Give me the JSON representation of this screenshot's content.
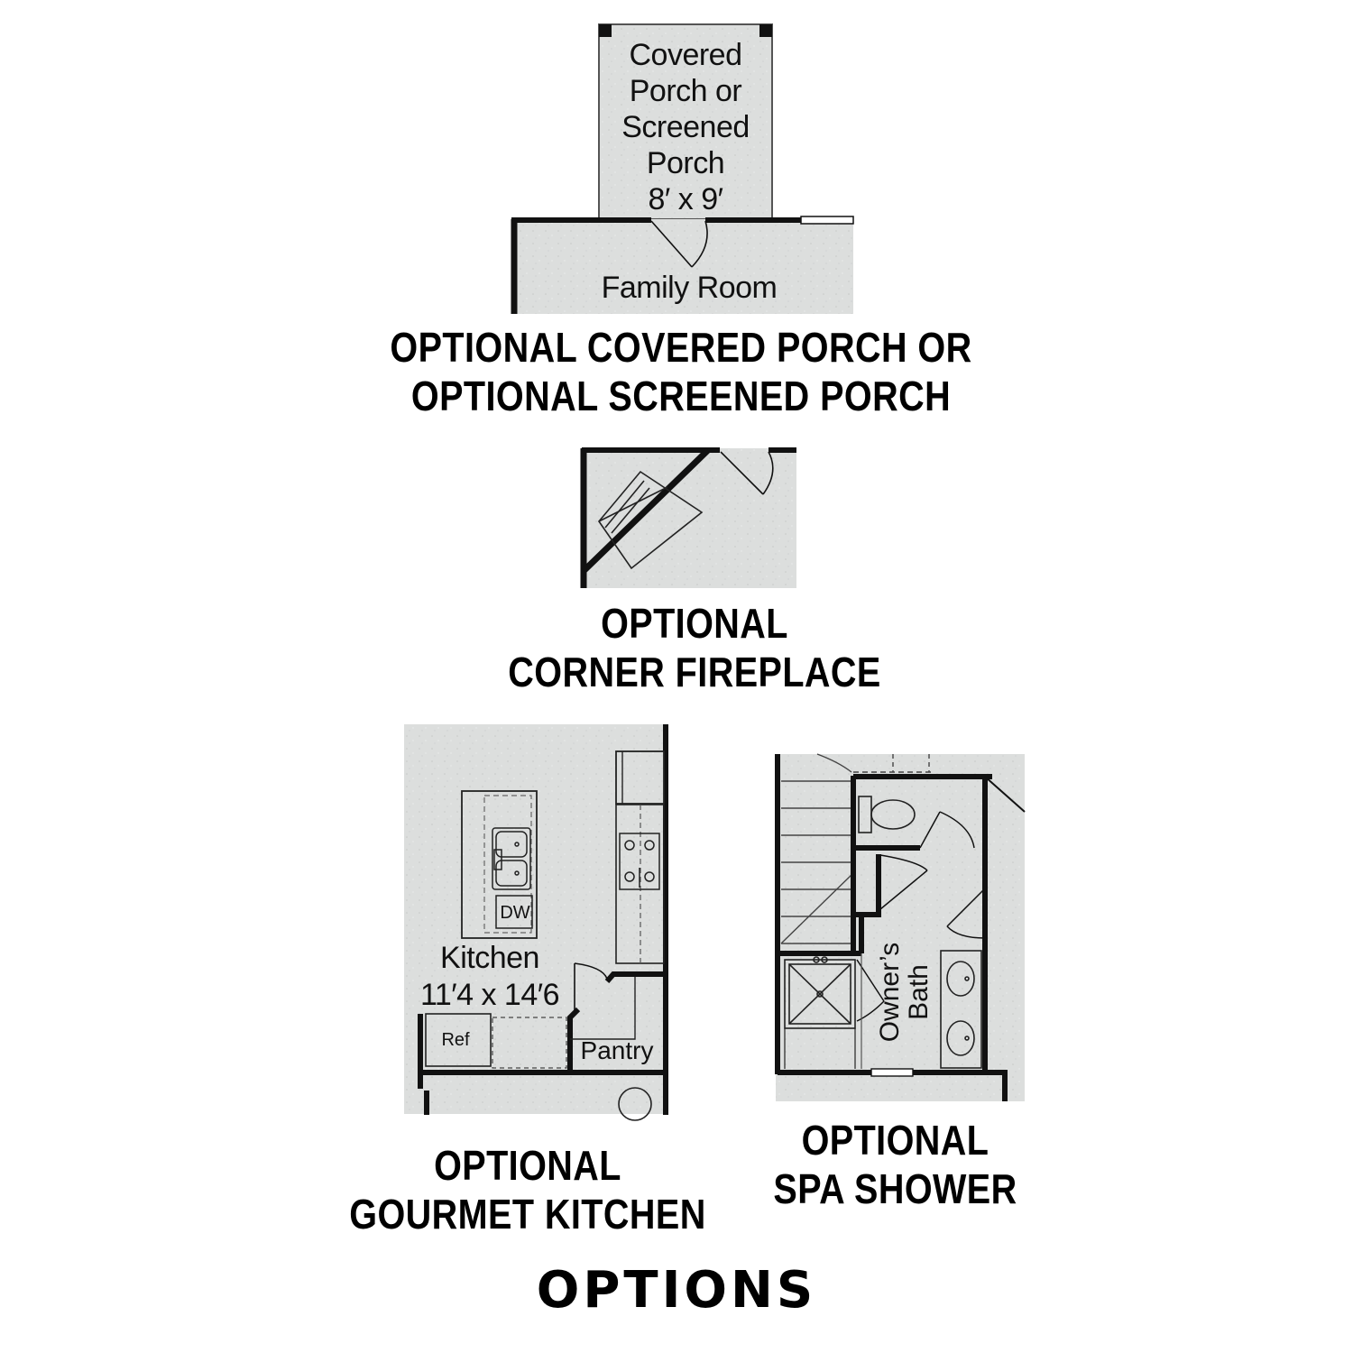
{
  "porch": {
    "room_lines": [
      "Covered",
      "Porch or",
      "Screened",
      "Porch",
      "8′ x 9′"
    ],
    "family_room": "Family Room",
    "caption_lines": [
      "OPTIONAL COVERED PORCH OR",
      "OPTIONAL SCREENED PORCH"
    ]
  },
  "fireplace": {
    "caption_lines": [
      "OPTIONAL",
      "CORNER FIREPLACE"
    ]
  },
  "kitchen": {
    "room_lines": [
      "Kitchen",
      "11′4 x 14′6"
    ],
    "dishwasher": "DW",
    "refrigerator": "Ref",
    "pantry": "Pantry",
    "caption_lines": [
      "OPTIONAL",
      "GOURMET KITCHEN"
    ]
  },
  "spa_shower": {
    "room_lines": [
      "Owner’s",
      "Bath"
    ],
    "caption_lines": [
      "OPTIONAL",
      "SPA SHOWER"
    ]
  },
  "page_title": "OPTIONS"
}
